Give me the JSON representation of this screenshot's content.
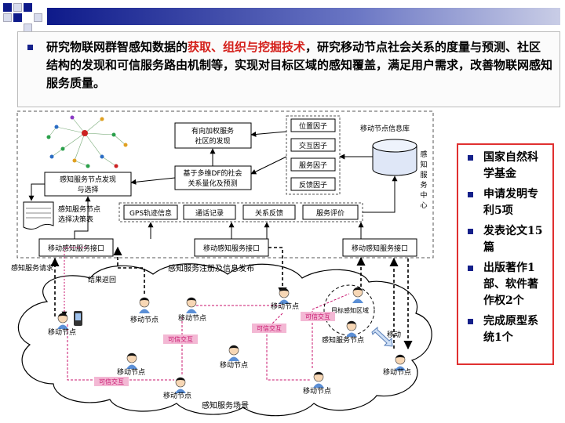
{
  "intro": {
    "part1": "研究物联网群智感知数据的",
    "highlight": "获取、组织与挖掘技术",
    "part2": "，研究移动节点社会关系的度量与预测、社区结构的发现和可信服务路由机制等，实现对目标区域的感知覆盖，满足用户需求，改善物联网感知服务质量。"
  },
  "achievements": [
    "国家自然科学基金",
    "申请发明专利5项",
    "发表论文15篇",
    "出版著作1部、软件著作权2个",
    "完成原型系统1个"
  ],
  "diagram": {
    "boxes": {
      "weighted_community": [
        "有向加权服务",
        "社区的发现"
      ],
      "df_quantify": [
        "基于多维DF的社会",
        "关系量化及预测"
      ],
      "node_discovery": [
        "感知服务节点发现",
        "与选择"
      ],
      "decision_table": [
        "感知服务节点",
        "选择决策表"
      ],
      "factors": [
        "位置因子",
        "交互因子",
        "服务因子",
        "反馈因子"
      ],
      "database_label": "移动节点信息库",
      "center_label": [
        "感",
        "知",
        "服",
        "务",
        "中",
        "心"
      ],
      "info_items": [
        "GPS轨迹信息",
        "通话记录",
        "关系反馈",
        "服务评价"
      ],
      "interface": "移动感知服务接口"
    },
    "labels": {
      "service_request": "感知服务请求",
      "result_return": "结果返回",
      "registration": "感知服务注册及信息发布",
      "scene": "感知服务场景",
      "target_region": "目标感知区域",
      "mobility": "移动",
      "service_node": "感知服务节点",
      "mobile_node": "移动节点",
      "trusted": "可信交互"
    }
  },
  "colors": {
    "title_bar": "#0e1a8a",
    "highlight": "#d4201b",
    "trusted_bg": "#f3b8d4",
    "trusted_text": "#c8146e",
    "frame_red": "#e03030"
  }
}
